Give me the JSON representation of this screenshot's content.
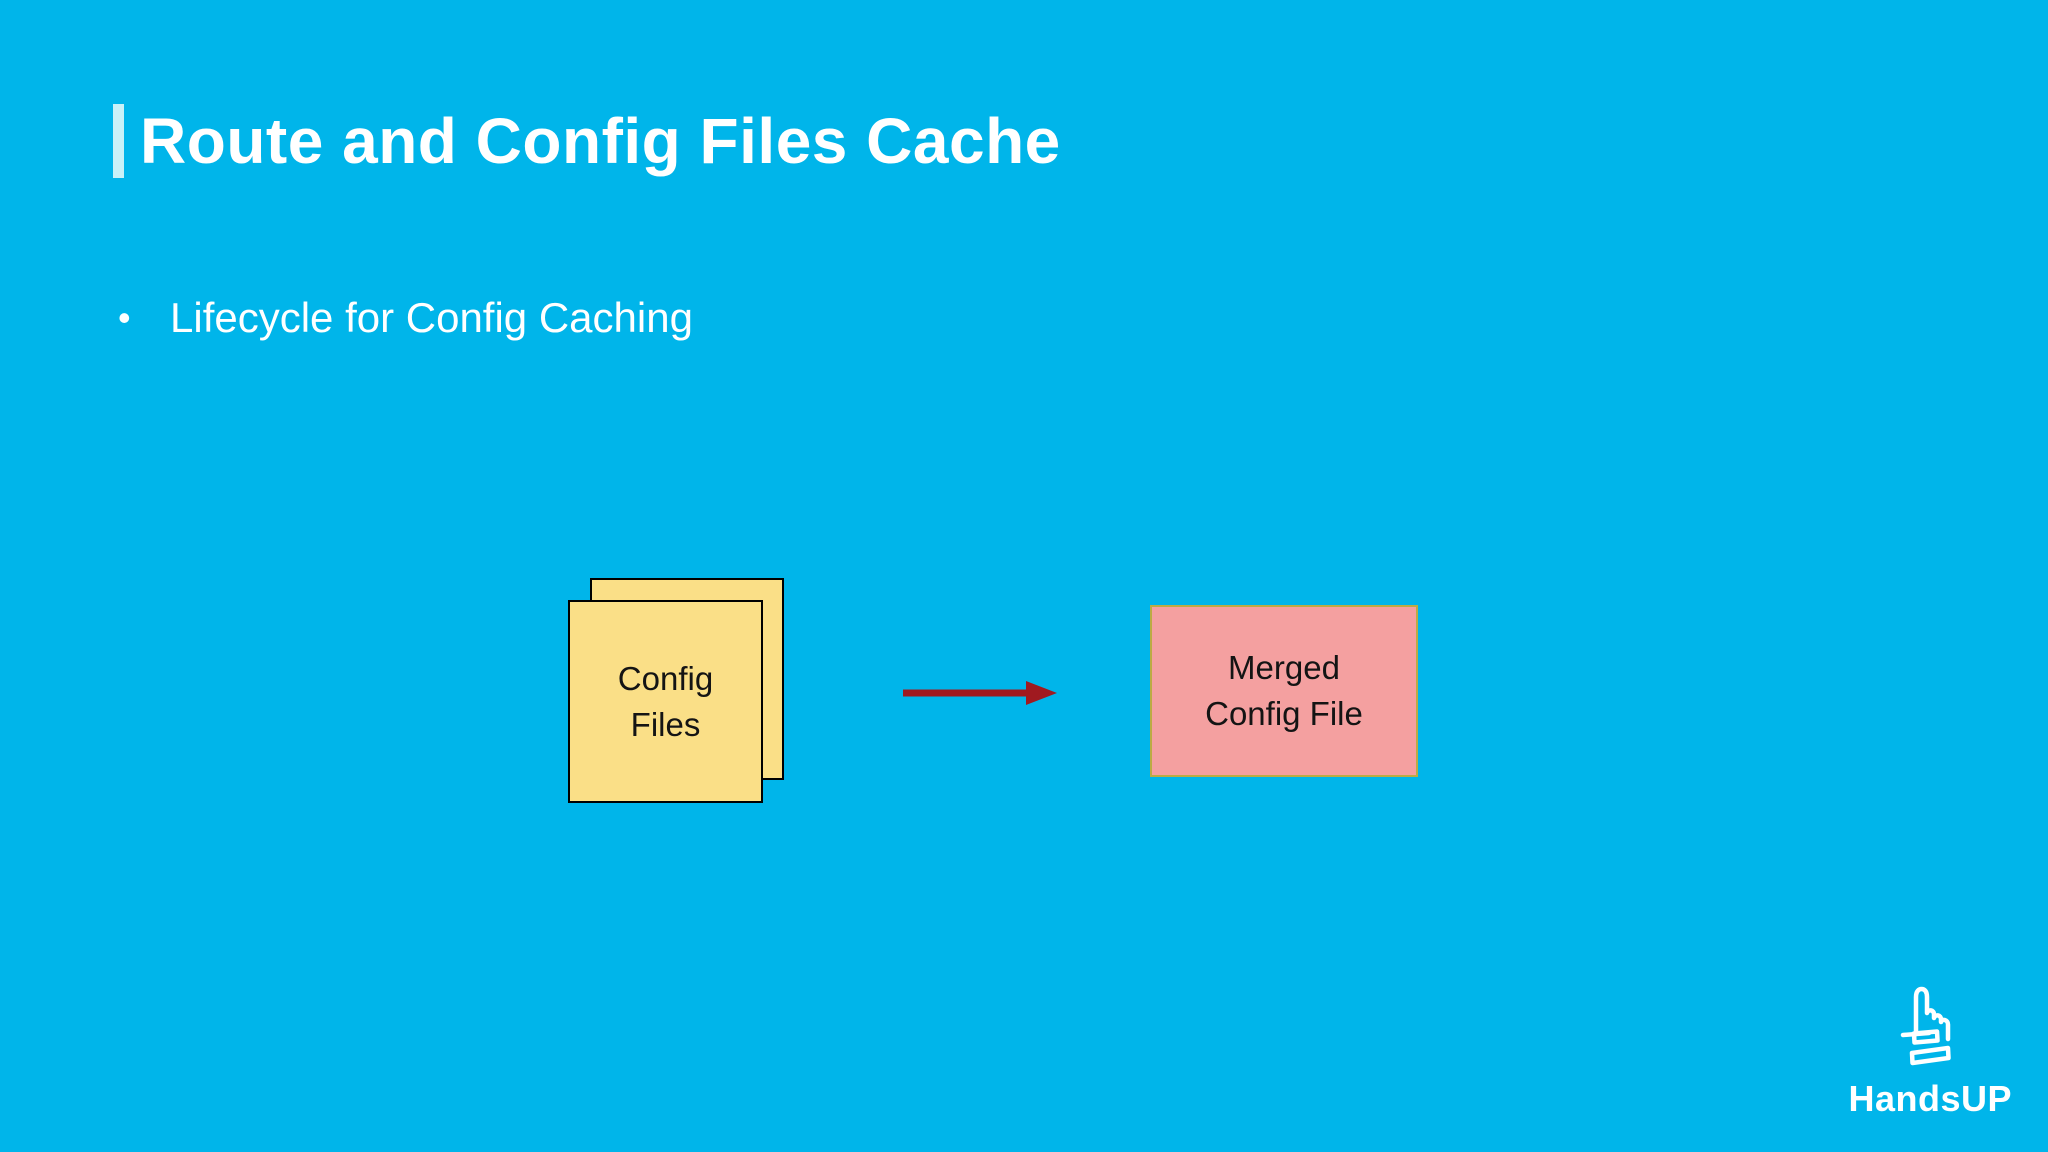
{
  "slide": {
    "title": "Route and Config Files Cache",
    "bullet_marker": "•",
    "bullets": [
      {
        "label": "Lifecycle for Config Caching"
      }
    ]
  },
  "diagram": {
    "config_files_box": {
      "line1": "Config",
      "line2": "Files"
    },
    "merged_box": {
      "line1": "Merged",
      "line2": "Config File"
    },
    "arrow": {
      "direction": "right",
      "from": "Config Files",
      "to": "Merged Config File"
    }
  },
  "footer": {
    "brand": "HandsUP"
  },
  "colors": {
    "background": "#00b5ea",
    "title_accent_bar": "#c9f1f8",
    "title_text": "#ffffff",
    "bullet_text": "#ffffff",
    "config_box_fill": "#fadf87",
    "config_box_border": "#000000",
    "merged_box_fill": "#f4a0a0",
    "merged_box_border": "#bcab44",
    "arrow": "#a01a20",
    "box_label_text": "#141414",
    "brand_logo": "#ffffff"
  }
}
